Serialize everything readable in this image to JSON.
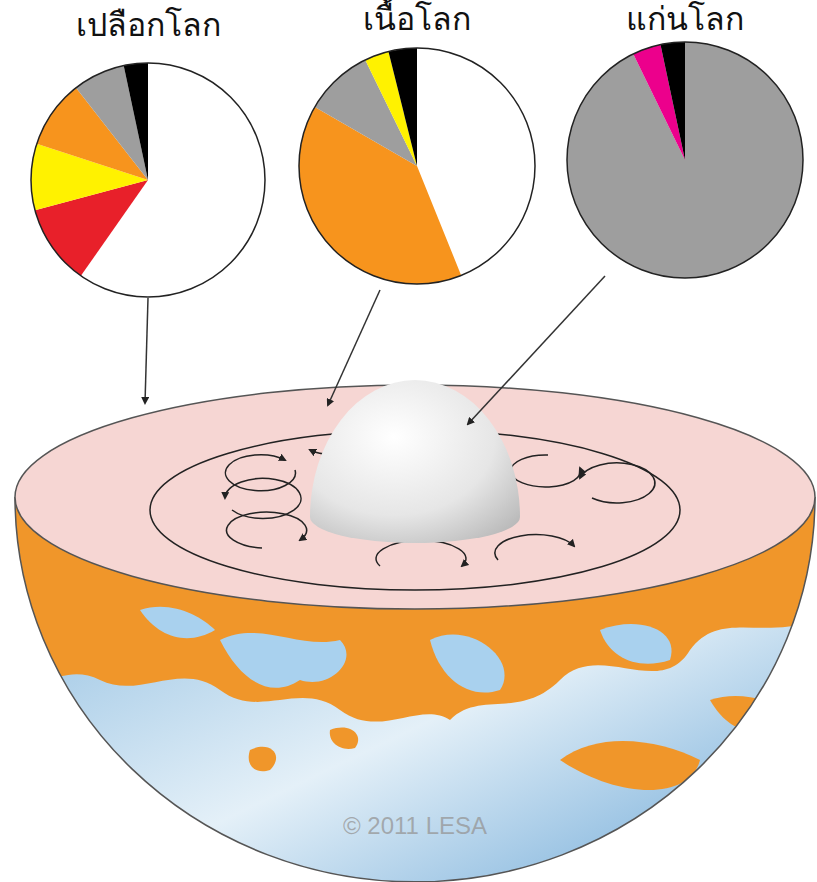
{
  "diagram": {
    "nodes": [
      {
        "text": [
          "เปลือกโลก"
        ]
      },
      {
        "text": [
          "เนื้อโลก"
        ]
      },
      {
        "text": [
          "แก่นโลก"
        ]
      }
    ],
    "labels": [
      "© 2011 LESA"
    ]
  }
}
